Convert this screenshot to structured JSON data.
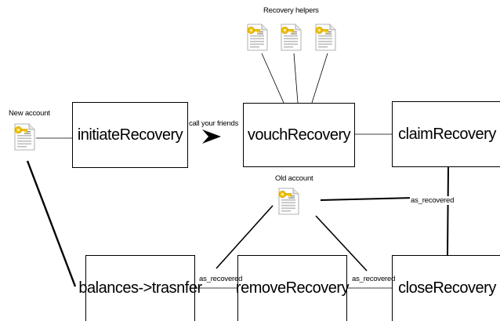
{
  "title": "Recovery helpers",
  "nodes": {
    "initiate": "initiateRecovery",
    "vouch": "vouchRecovery",
    "claim": "claimRecovery",
    "balances": "balances->trasnfer",
    "remove": "removeRecovery",
    "close": "closeRecovery"
  },
  "labels": {
    "new_account": "New account",
    "old_account": "Old account",
    "call_friends": "call your friends",
    "as_recovered_1": "as_recovered",
    "as_recovered_2": "as_recovered",
    "as_recovered_3": "as_recovered"
  },
  "icons": {
    "document": "account-document-icon",
    "key": "key-icon",
    "arrow": "arrow-right-icon"
  },
  "colors": {
    "key": "#f2c200",
    "line": "#000000"
  }
}
